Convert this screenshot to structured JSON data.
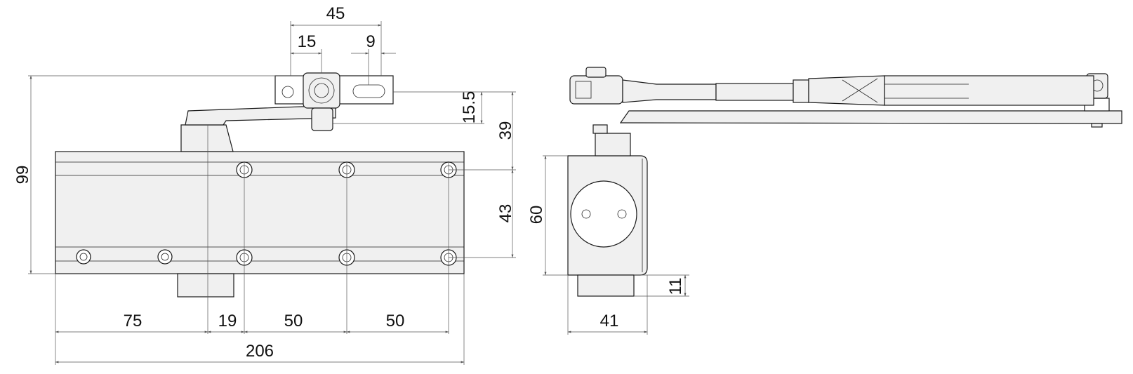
{
  "front_view": {
    "arm_bracket": {
      "width_45": "45",
      "offset_15": "15",
      "offset_9": "9",
      "height_15_5": "15.5",
      "height_39": "39"
    },
    "body": {
      "overall_height": "99",
      "hole_spacing_vertical": "43",
      "len_75": "75",
      "len_19": "19",
      "len_50_a": "50",
      "len_50_b": "50",
      "overall_length": "206"
    }
  },
  "side_view": {
    "height_60": "60",
    "height_11": "11",
    "width_41": "41"
  }
}
